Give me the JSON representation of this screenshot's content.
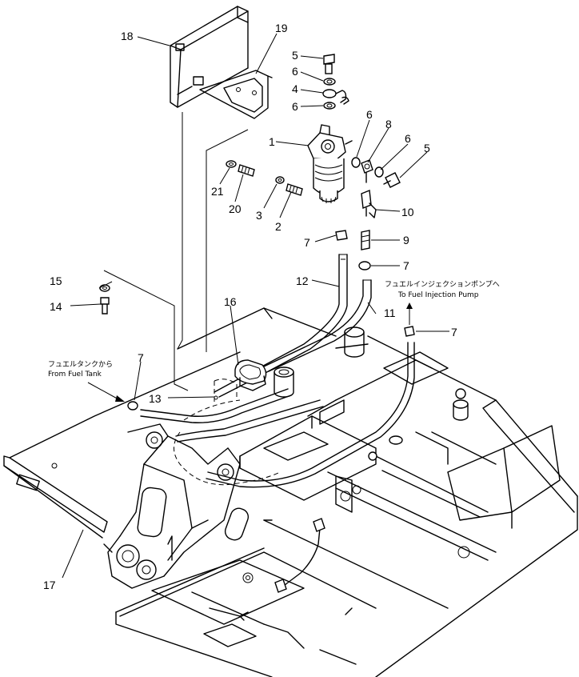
{
  "callouts": [
    {
      "id": "c18",
      "text": "18"
    },
    {
      "id": "c19",
      "text": "19"
    },
    {
      "id": "c5a",
      "text": "5"
    },
    {
      "id": "c6a",
      "text": "6"
    },
    {
      "id": "c4",
      "text": "4"
    },
    {
      "id": "c6b",
      "text": "6"
    },
    {
      "id": "c1",
      "text": "1"
    },
    {
      "id": "c6c",
      "text": "6"
    },
    {
      "id": "c8",
      "text": "8"
    },
    {
      "id": "c6d",
      "text": "6"
    },
    {
      "id": "c5b",
      "text": "5"
    },
    {
      "id": "c21",
      "text": "21"
    },
    {
      "id": "c20",
      "text": "20"
    },
    {
      "id": "c3",
      "text": "3"
    },
    {
      "id": "c2",
      "text": "2"
    },
    {
      "id": "c10",
      "text": "10"
    },
    {
      "id": "c7a",
      "text": "7"
    },
    {
      "id": "c9",
      "text": "9"
    },
    {
      "id": "c7b",
      "text": "7"
    },
    {
      "id": "c12",
      "text": "12"
    },
    {
      "id": "c15",
      "text": "15"
    },
    {
      "id": "c14",
      "text": "14"
    },
    {
      "id": "c16",
      "text": "16"
    },
    {
      "id": "c11",
      "text": "11"
    },
    {
      "id": "c7c",
      "text": "7"
    },
    {
      "id": "c7d",
      "text": "7"
    },
    {
      "id": "c13",
      "text": "13"
    },
    {
      "id": "c17",
      "text": "17"
    }
  ],
  "notes": {
    "to_pump_jp": "フュエルインジェクションポンプへ",
    "to_pump_en": "To Fuel Injection Pump",
    "from_tank_jp": "フュエルタンクから",
    "from_tank_en": "From Fuel Tank"
  }
}
